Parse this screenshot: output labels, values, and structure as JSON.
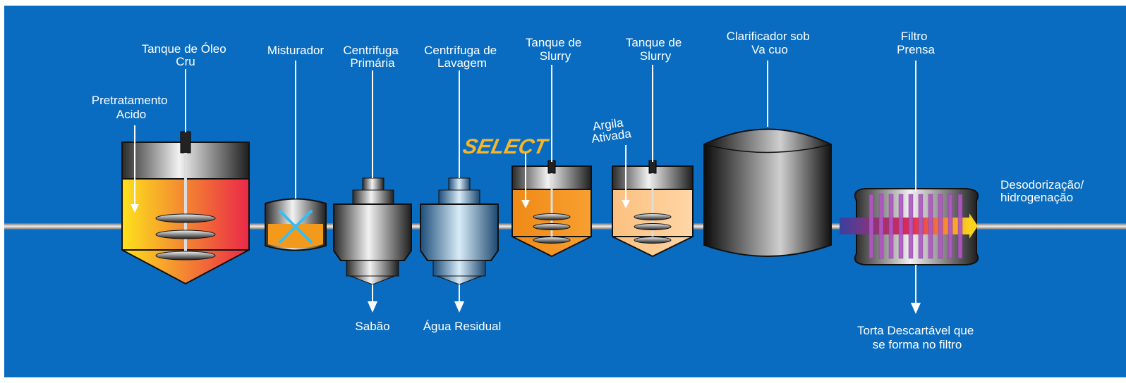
{
  "labels": {
    "pretratamento": [
      "Pretratamento",
      "Acido"
    ],
    "tanque_oleo": [
      "Tanque de Óleo",
      "Cru"
    ],
    "misturador": "Misturador",
    "centrifuga_primaria": [
      "Centrifuga",
      "Primária"
    ],
    "centrifuga_lavagem": [
      "Centrífuga de",
      "Lavagem"
    ],
    "tanque_slurry_1": [
      "Tanque de",
      "Slurry"
    ],
    "tanque_slurry_2": [
      "Tanque de",
      "Slurry"
    ],
    "clarificador": [
      "Clarificador sob",
      "Va cuo"
    ],
    "filtro": [
      "Filtro",
      "Prensa"
    ],
    "select_logo": "SELECT",
    "argila": [
      "Argila",
      "Ativada"
    ],
    "desodorizacao": [
      "Desodorização/",
      "hidrogenação"
    ],
    "sabao": "Sabão",
    "agua_residual": "Água Residual",
    "torta": [
      "Torta Descartável que",
      "se forma no filtro"
    ]
  },
  "colors": {
    "background": "#0a6cc0",
    "border": "#ffffff",
    "select_logo": "#f7b52a",
    "label_text": "#ffffff"
  }
}
